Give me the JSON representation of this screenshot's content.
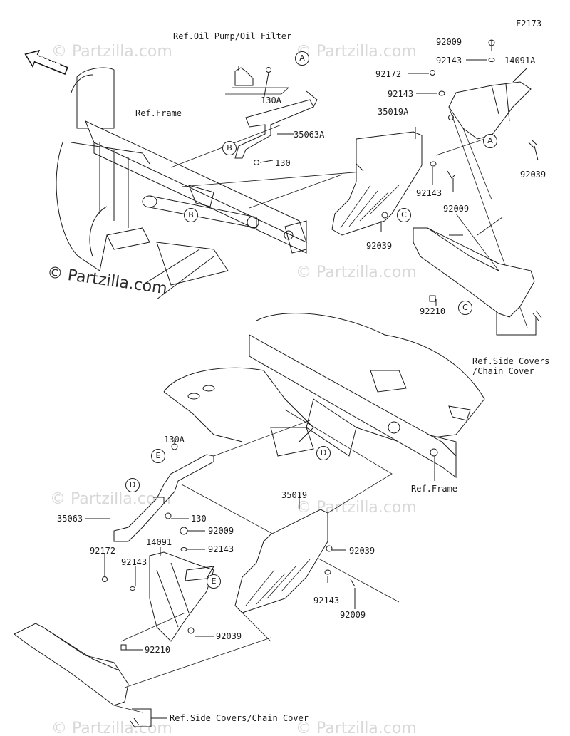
{
  "diagram_code": "F2173",
  "front_label": "FRONT",
  "watermark": "© Partzilla.com",
  "callouts": {
    "A": "A",
    "B": "B",
    "C": "C",
    "D": "D",
    "E": "E"
  },
  "top": {
    "ref_oil_pump": "Ref.Oil Pump/Oil Filter",
    "ref_frame": "Ref.Frame",
    "p130A": "130A",
    "p35063A": "35063A",
    "p130": "130",
    "p35019A": "35019A",
    "p92009_a": "92009",
    "p92143_a": "92143",
    "p14091A": "14091A",
    "p92172": "92172",
    "p92143_b": "92143",
    "p92039_a": "92039",
    "p92143_c": "92143",
    "p92009_b": "92009",
    "p92039_b": "92039",
    "p92210": "92210",
    "ref_side_covers": "Ref.Side Covers\n/Chain Cover"
  },
  "bottom": {
    "p130A": "130A",
    "ref_frame": "Ref.Frame",
    "p35063": "35063",
    "p130": "130",
    "p35019": "35019",
    "p92009_a": "92009",
    "p92143_a": "92143",
    "p14091": "14091",
    "p92172": "92172",
    "p92143_b": "92143",
    "p92039_a": "92039",
    "p92143_c": "92143",
    "p92009_b": "92009",
    "p92039_b": "92039",
    "p92210": "92210",
    "ref_side_covers": "Ref.Side Covers/Chain Cover"
  }
}
